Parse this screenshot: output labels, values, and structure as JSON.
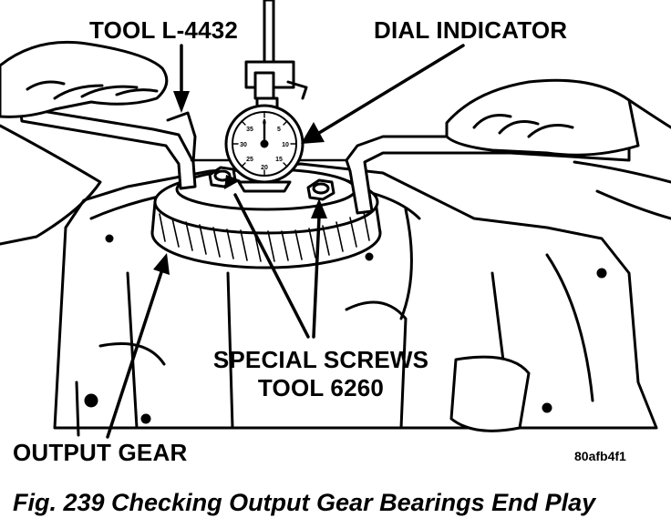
{
  "callouts": {
    "tool_l4432": "TOOL L-4432",
    "dial_indicator": "DIAL INDICATOR",
    "special_screws_line1": "SPECIAL SCREWS",
    "special_screws_line2": "TOOL 6260",
    "output_gear": "OUTPUT GEAR"
  },
  "dial_numbers": [
    "0",
    "5",
    "10",
    "15",
    "20",
    "25",
    "30",
    "35"
  ],
  "figure_code": "80afb4f1",
  "caption": "Fig. 239 Checking Output Gear Bearings End Play"
}
